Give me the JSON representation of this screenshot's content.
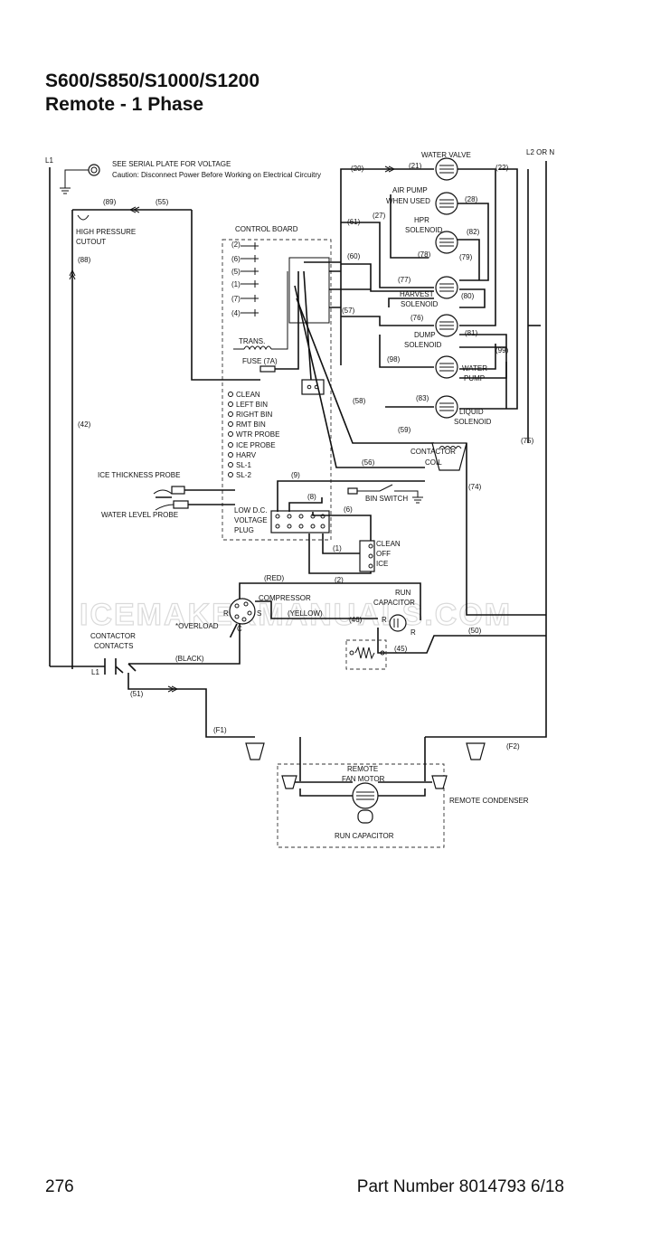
{
  "header": {
    "title_line1": "S600/S850/S1000/S1200",
    "title_line2": "Remote - 1 Phase"
  },
  "footer": {
    "page_number": "276",
    "part_number": "Part Number 8014793 6/18"
  },
  "watermark": "ICEMAKERMANUALS.COM",
  "diagram": {
    "labels": {
      "l1_top": "L1",
      "l2_or_n": "L2 OR N",
      "serial_note": "SEE SERIAL PLATE FOR VOLTAGE",
      "caution": "Caution: Disconnect Power Before Working on Electrical Circuitry",
      "water_valve": "WATER VALVE",
      "air_pump": "AIR PUMP",
      "when_used": "WHEN USED",
      "hpr": "HPR",
      "solenoid": "SOLENOID",
      "harvest": "HARVEST",
      "dump": "DUMP",
      "water": "WATER",
      "pump": "PUMP",
      "liquid": "LIQUID",
      "contactor": "CONTACTOR",
      "coil": "COIL",
      "control_board": "CONTROL BOARD",
      "high_pressure": "HIGH PRESSURE",
      "cutout": "CUTOUT",
      "trans": "TRANS.",
      "fuse": "FUSE (7A)",
      "ice_thickness_probe": "ICE THICKNESS PROBE",
      "water_level_probe": "WATER LEVEL PROBE",
      "low_dc": "LOW D.C.",
      "voltage": "VOLTAGE",
      "plug": "PLUG",
      "bin_switch": "BIN SWITCH",
      "clean": "CLEAN",
      "off": "OFF",
      "ice": "ICE",
      "compressor": "COMPRESSOR",
      "overload": "*OVERLOAD",
      "run": "RUN",
      "capacitor": "CAPACITOR",
      "contactor_contacts_1": "CONTACTOR",
      "contactor_contacts_2": "CONTACTS",
      "l1_contacts": "L1",
      "red": "(RED)",
      "yellow": "(YELLOW)",
      "black": "(BLACK)",
      "remote": "REMOTE",
      "fan_motor": "FAN MOTOR",
      "remote_condenser": "REMOTE CONDENSER",
      "run_capacitor": "RUN CAPACITOR",
      "terminal_r": "R",
      "terminal_c": "C",
      "terminal_s": "S"
    },
    "board_leds": [
      "CLEAN",
      "LEFT BIN",
      "RIGHT BIN",
      "RMT BIN",
      "WTR PROBE",
      "ICE PROBE",
      "HARV",
      "SL-1",
      "SL-2"
    ],
    "board_relays": [
      "(2)",
      "(6)",
      "(5)",
      "(1)",
      "(7)",
      "(4)"
    ],
    "wire_numbers": {
      "w20": "(20)",
      "w21": "(21)",
      "w22": "(22)",
      "w28": "(28)",
      "w27": "(27)",
      "w82": "(82)",
      "w78": "(78)",
      "w79": "(79)",
      "w77": "(77)",
      "w80": "(80)",
      "w76": "(76)",
      "w81": "(81)",
      "w99": "(99)",
      "w98": "(98)",
      "w83": "(83)",
      "w75": "(75)",
      "w59": "(59)",
      "w58": "(58)",
      "w56": "(56)",
      "w74": "(74)",
      "w61": "(61)",
      "w60": "(60)",
      "w57": "(57)",
      "w89": "(89)",
      "w55": "(55)",
      "w88": "(88)",
      "w42": "(42)",
      "w9": "(9)",
      "w8": "(8)",
      "w6": "(6)",
      "w1": "(1)",
      "w2": "(2)",
      "w46": "(46)",
      "w45": "(45)",
      "w50": "(50)",
      "w51": "(51)",
      "f1": "(F1)",
      "f2": "(F2)"
    }
  }
}
